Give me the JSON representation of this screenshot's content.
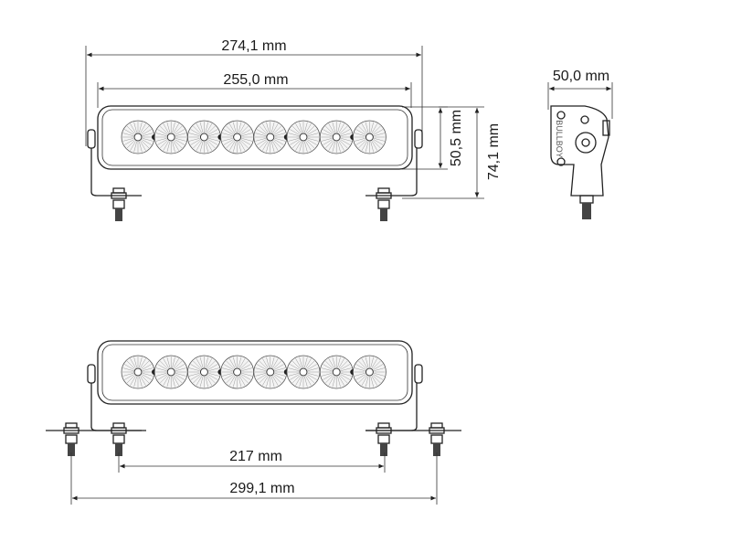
{
  "dimensions": {
    "overall_width": "274,1 mm",
    "lens_width": "255,0 mm",
    "lens_height": "50,5 mm",
    "overall_height": "74,1 mm",
    "depth": "50,0 mm",
    "inner_mount_spacing": "217 mm",
    "outer_mount_spacing": "299,1 mm"
  },
  "brand_logo": "BULLBOY",
  "lens_count": 8
}
